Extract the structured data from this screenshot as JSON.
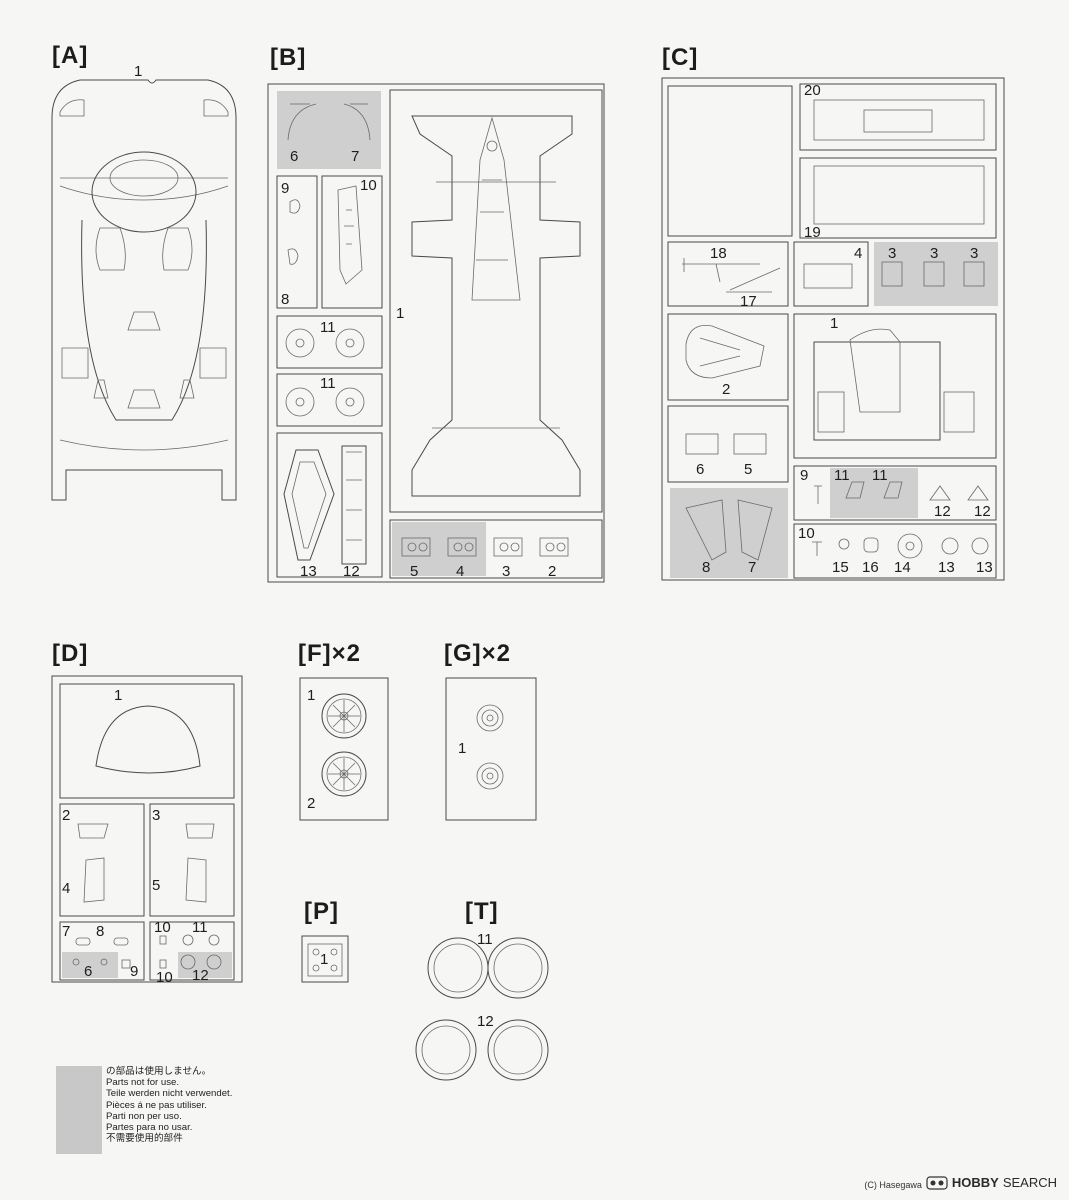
{
  "sprues": {
    "A": {
      "title": "[A]"
    },
    "B": {
      "title": "[B]"
    },
    "C": {
      "title": "[C]"
    },
    "D": {
      "title": "[D]"
    },
    "F": {
      "title": "[F]×2"
    },
    "G": {
      "title": "[G]×2"
    },
    "P": {
      "title": "[P]"
    },
    "T": {
      "title": "[T]"
    }
  },
  "part_numbers": {
    "a1": "1",
    "b6": "6",
    "b7": "7",
    "b9": "9",
    "b10": "10",
    "b8": "8",
    "b1": "1",
    "b11a": "11",
    "b11b": "11",
    "b13": "13",
    "b12": "12",
    "b5": "5",
    "b4": "4",
    "b3": "3",
    "b2": "2",
    "c20": "20",
    "c19": "19",
    "c18": "18",
    "c17": "17",
    "c4": "4",
    "c3a": "3",
    "c3b": "3",
    "c3c": "3",
    "c2": "2",
    "c1": "1",
    "c6": "6",
    "c5": "5",
    "c9": "9",
    "c11a": "11",
    "c11b": "11",
    "c12a": "12",
    "c12b": "12",
    "c10": "10",
    "c15": "15",
    "c16": "16",
    "c14": "14",
    "c13a": "13",
    "c13b": "13",
    "c8": "8",
    "c7": "7",
    "d1": "1",
    "d2": "2",
    "d3": "3",
    "d4": "4",
    "d5": "5",
    "d7": "7",
    "d8": "8",
    "d6": "6",
    "d9": "9",
    "d10a": "10",
    "d11": "11",
    "d10b": "10",
    "d12": "12",
    "f1": "1",
    "f2": "2",
    "g1": "1",
    "p1": "1",
    "t11": "11",
    "t12": "12"
  },
  "legend": {
    "lines": [
      "の部品は使用しません。",
      "Parts not for use.",
      "Teile werden nicht verwendet.",
      "Pièces á ne pas utiliser.",
      "Parti non per uso.",
      "Partes para no usar.",
      "不需要使用的部件"
    ],
    "swatch_color": "#c8c8c8"
  },
  "watermark": {
    "sub": "(C) Hasegawa",
    "brand": "HOBBY",
    "search": "SEARCH"
  }
}
